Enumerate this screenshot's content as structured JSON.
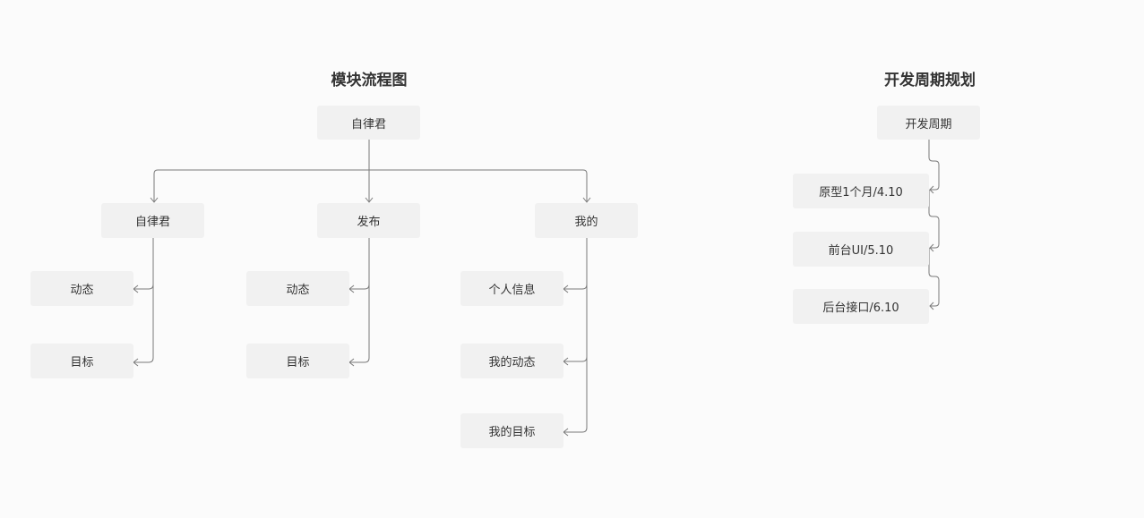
{
  "module_flow": {
    "title": "模块流程图",
    "root": "自律君",
    "branches": [
      {
        "label": "自律君",
        "children": [
          "动态",
          "目标"
        ]
      },
      {
        "label": "发布",
        "children": [
          "动态",
          "目标"
        ]
      },
      {
        "label": "我的",
        "children": [
          "个人信息",
          "我的动态",
          "我的目标"
        ]
      }
    ]
  },
  "dev_cycle": {
    "title": "开发周期规划",
    "root": "开发周期",
    "stages": [
      "原型1个月/4.10",
      "前台UI/5.10",
      "后台接口/6.10"
    ]
  },
  "colors": {
    "background": "#fbfbfb",
    "node_fill": "#f1f1f1",
    "line": "#777777",
    "text": "#333333"
  }
}
